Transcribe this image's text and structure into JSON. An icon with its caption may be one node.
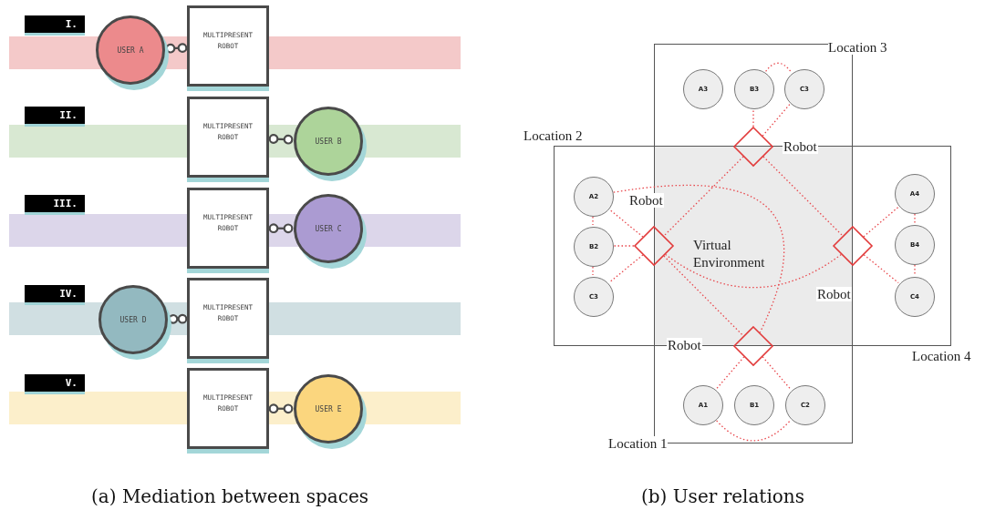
{
  "diagram": {
    "nodes": [
      {
        "text": [
          "I."
        ]
      },
      {
        "text": [
          "USER A"
        ]
      },
      {
        "text": [
          "MULTIPRESENT ROBOT"
        ]
      },
      {
        "text": [
          "II."
        ]
      },
      {
        "text": [
          "MULTIPRESENT ROBOT"
        ]
      },
      {
        "text": [
          "USER B"
        ]
      },
      {
        "text": [
          "III."
        ]
      },
      {
        "text": [
          "MULTIPRESENT ROBOT"
        ]
      },
      {
        "text": [
          "USER C"
        ]
      },
      {
        "text": [
          "IV."
        ]
      },
      {
        "text": [
          "USER D"
        ]
      },
      {
        "text": [
          "MULTIPRESENT ROBOT"
        ]
      },
      {
        "text": [
          "V."
        ]
      },
      {
        "text": [
          "MULTIPRESENT ROBOT"
        ]
      },
      {
        "text": [
          "USER E"
        ]
      },
      {
        "text": [
          "Location 3"
        ]
      },
      {
        "text": [
          "A3"
        ],
        "in": 15
      },
      {
        "text": [
          "B3"
        ],
        "in": 15
      },
      {
        "text": [
          "C3"
        ],
        "in": 15
      },
      {
        "text": [],
        "shape": "diamond",
        "beside": [
          "Robot"
        ]
      },
      {
        "text": [
          "Location 2"
        ]
      },
      {
        "text": [
          "A2"
        ],
        "in": 20
      },
      {
        "text": [
          "B2"
        ],
        "in": 20
      },
      {
        "text": [
          "C3"
        ],
        "in": 20
      },
      {
        "text": [],
        "shape": "diamond",
        "beside": [
          "Robot"
        ]
      },
      {
        "text": [
          "Virtual Environment"
        ]
      },
      {
        "text": [
          "Location 4"
        ]
      },
      {
        "text": [
          "A4"
        ],
        "in": 26
      },
      {
        "text": [
          "B4"
        ],
        "in": 26
      },
      {
        "text": [
          "C4"
        ],
        "in": 26
      },
      {
        "text": [],
        "shape": "diamond",
        "beside": [
          "Robot"
        ]
      },
      {
        "text": [],
        "shape": "diamond",
        "beside": [
          "Robot"
        ]
      },
      {
        "text": [
          "Location 1"
        ]
      },
      {
        "text": [
          "A1"
        ],
        "in": 32
      },
      {
        "text": [
          "B1"
        ],
        "in": 32
      },
      {
        "text": [
          "C2"
        ],
        "in": 32
      }
    ],
    "edges": [
      {
        "from": 1,
        "to": 2,
        "arrow": "other",
        "color": "#4a4a4a"
      },
      {
        "from": 4,
        "to": 5,
        "arrow": "other",
        "color": "#4a4a4a"
      },
      {
        "from": 7,
        "to": 8,
        "arrow": "other",
        "color": "#4a4a4a"
      },
      {
        "from": 10,
        "to": 11,
        "arrow": "other",
        "color": "#4a4a4a"
      },
      {
        "from": 13,
        "to": 14,
        "arrow": "other",
        "color": "#4a4a4a"
      },
      {
        "from": 17,
        "to": 18,
        "arrow": "none",
        "style": "dashed",
        "color": "#e8474c"
      },
      {
        "from": 19,
        "to": 17,
        "arrow": "none",
        "style": "dashed",
        "color": "#e8474c"
      },
      {
        "from": 19,
        "to": 18,
        "arrow": "none",
        "style": "dashed",
        "color": "#e8474c"
      },
      {
        "from": 19,
        "to": 24,
        "arrow": "none",
        "style": "dashed",
        "color": "#e8474c"
      },
      {
        "from": 19,
        "to": 30,
        "arrow": "none",
        "style": "dashed",
        "color": "#e8474c"
      },
      {
        "from": 21,
        "to": 22,
        "arrow": "none",
        "style": "dashed",
        "color": "#e8474c"
      },
      {
        "from": 22,
        "to": 23,
        "arrow": "none",
        "style": "dashed",
        "color": "#e8474c"
      },
      {
        "from": 24,
        "to": 21,
        "arrow": "none",
        "style": "dashed",
        "color": "#e8474c"
      },
      {
        "from": 24,
        "to": 22,
        "arrow": "none",
        "style": "dashed",
        "color": "#e8474c"
      },
      {
        "from": 24,
        "to": 23,
        "arrow": "none",
        "style": "dashed",
        "color": "#e8474c"
      },
      {
        "from": 24,
        "to": 31,
        "arrow": "none",
        "style": "dashed",
        "color": "#e8474c"
      },
      {
        "from": 24,
        "to": 30,
        "arrow": "none",
        "style": "dashed",
        "color": "#e8474c"
      },
      {
        "from": 21,
        "to": 31,
        "arrow": "none",
        "style": "dashed",
        "color": "#e8474c"
      },
      {
        "from": 30,
        "to": 27,
        "arrow": "none",
        "style": "dashed",
        "color": "#e8474c"
      },
      {
        "from": 30,
        "to": 29,
        "arrow": "none",
        "style": "dashed",
        "color": "#e8474c"
      },
      {
        "from": 27,
        "to": 28,
        "arrow": "none",
        "style": "dashed",
        "color": "#e8474c"
      },
      {
        "from": 28,
        "to": 29,
        "arrow": "none",
        "style": "dashed",
        "color": "#e8474c"
      },
      {
        "from": 31,
        "to": 33,
        "arrow": "none",
        "style": "dashed",
        "color": "#e8474c"
      },
      {
        "from": 31,
        "to": 35,
        "arrow": "none",
        "style": "dashed",
        "color": "#e8474c"
      },
      {
        "from": 33,
        "to": 35,
        "arrow": "none",
        "style": "dashed",
        "color": "#e8474c"
      }
    ],
    "labels": [
      "(a) Mediation between spaces",
      "(b) User relations"
    ]
  }
}
